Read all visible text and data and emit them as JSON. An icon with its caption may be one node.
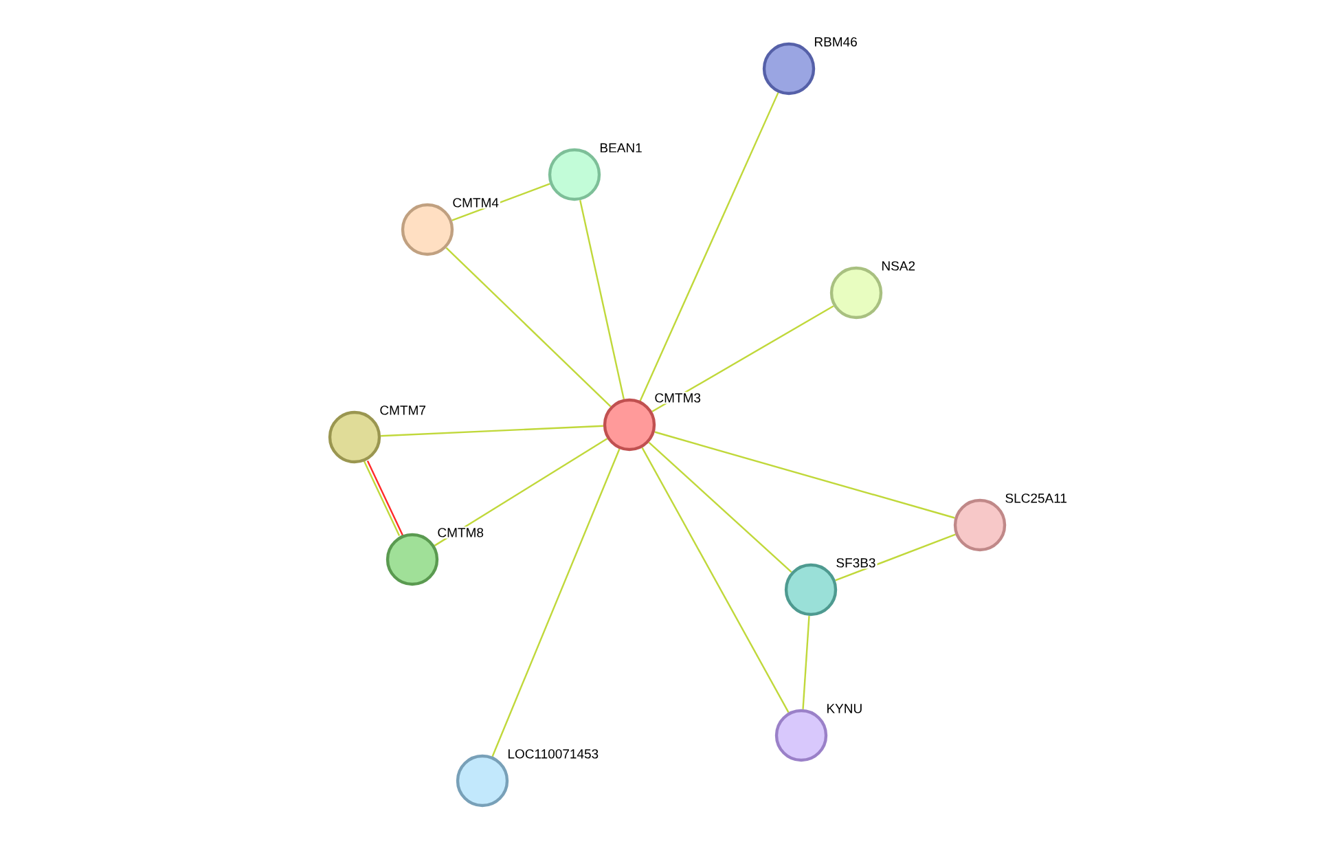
{
  "diagram": {
    "nodes": [
      {
        "text": [
          "RBM46"
        ]
      },
      {
        "text": [
          "BEAN1"
        ]
      },
      {
        "text": [
          "CMTM4"
        ]
      },
      {
        "text": [
          "NSA2"
        ]
      },
      {
        "text": [
          "CMTM3"
        ]
      },
      {
        "text": [
          "CMTM7"
        ]
      },
      {
        "text": [
          "SLC25A11"
        ]
      },
      {
        "text": [
          "CMTM8"
        ]
      },
      {
        "text": [
          "SF3B3"
        ]
      },
      {
        "text": [
          "KYNU"
        ]
      },
      {
        "text": [
          "LOC110071453"
        ]
      }
    ],
    "edges": [
      {
        "from": 4,
        "to": 0,
        "arrow": "none"
      },
      {
        "from": 4,
        "to": 1,
        "arrow": "none"
      },
      {
        "from": 4,
        "to": 2,
        "arrow": "none"
      },
      {
        "from": 4,
        "to": 3,
        "arrow": "none"
      },
      {
        "from": 4,
        "to": 5,
        "arrow": "none"
      },
      {
        "from": 4,
        "to": 7,
        "arrow": "none"
      },
      {
        "from": 4,
        "to": 6,
        "arrow": "none"
      },
      {
        "from": 4,
        "to": 8,
        "arrow": "none"
      },
      {
        "from": 4,
        "to": 9,
        "arrow": "none"
      },
      {
        "from": 4,
        "to": 10,
        "arrow": "none"
      },
      {
        "from": 2,
        "to": 1,
        "arrow": "none"
      },
      {
        "from": 5,
        "to": 7,
        "arrow": "none",
        "color": "#ff2a2a"
      },
      {
        "from": 5,
        "to": 7,
        "arrow": "none"
      },
      {
        "from": 8,
        "to": 6,
        "arrow": "none"
      },
      {
        "from": 8,
        "to": 9,
        "arrow": "none"
      }
    ]
  }
}
